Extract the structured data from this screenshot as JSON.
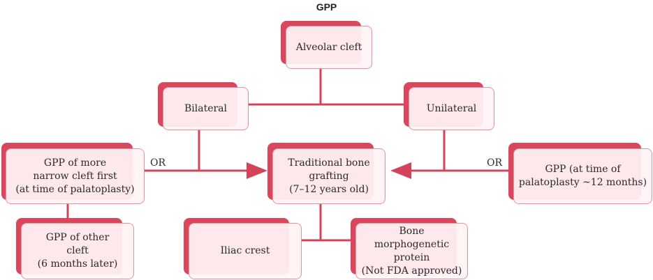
{
  "title": "GPP",
  "colors": {
    "accent": "#d9475c",
    "box_fill": "#fff4f6",
    "box_border": "#e8909d",
    "line": "#d4435a"
  },
  "nodes": {
    "alveolar": "Alveolar cleft",
    "bilateral": "Bilateral",
    "unilateral": "Unilateral",
    "gpp_narrow": [
      "GPP of more",
      "narrow cleft first",
      "(at time of palatoplasty)"
    ],
    "traditional": [
      "Traditional bone",
      "grafting",
      "(7–12 years old)"
    ],
    "gpp_right": [
      "GPP (at time of",
      "palatoplasty ~12 months)"
    ],
    "gpp_other": [
      "GPP of other",
      "cleft",
      "(6 months later)"
    ],
    "iliac": "Iliac crest",
    "bmp": [
      "Bone morphogenetic",
      "protein",
      "(Not FDA approved)"
    ]
  },
  "labels": {
    "or_left": "OR",
    "or_right": "OR"
  }
}
